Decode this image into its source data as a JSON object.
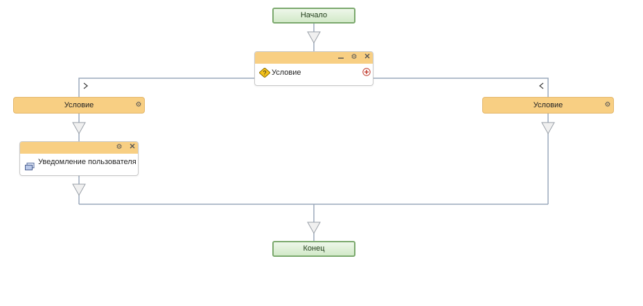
{
  "workflow": {
    "start_label": "Начало",
    "end_label": "Конец",
    "condition_block": {
      "label": "Условие",
      "min_icon": "minimize-icon",
      "settings_icon": "gear-icon",
      "close_icon": "close-icon",
      "add_icon": "add-branch-icon",
      "type_icon": "condition-icon"
    },
    "branch_left": {
      "label": "Условие",
      "settings_icon": "gear-icon",
      "arrow_icon": "chevron-right-icon"
    },
    "branch_right": {
      "label": "Условие",
      "settings_icon": "gear-icon",
      "arrow_icon": "chevron-left-icon"
    },
    "notify_block": {
      "label": "Уведомление пользователя",
      "settings_icon": "gear-icon",
      "close_icon": "close-icon",
      "type_icon": "notification-icon"
    }
  },
  "colors": {
    "terminal_border": "#7aa86c",
    "terminal_fill": "#d2e9c8",
    "activity_header": "#f8cf83",
    "connector": "#9aa9bb"
  }
}
